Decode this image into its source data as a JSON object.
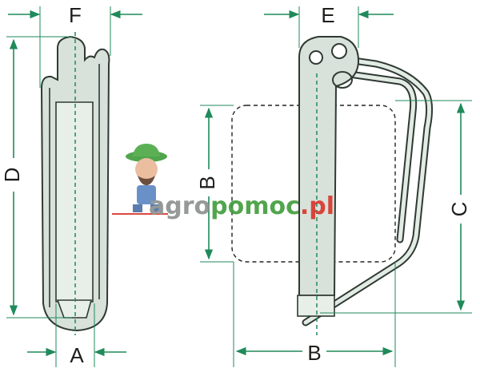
{
  "labels": {
    "F": "F",
    "E": "E",
    "D": "D",
    "A": "A",
    "B_vertical": "B",
    "B_horizontal": "B",
    "C": "C"
  },
  "watermark": {
    "part1": "agro",
    "part2": "pomoc",
    "part3": ".pl"
  },
  "colors": {
    "dimension_green": "#1f8a5a",
    "part_fill": "#d8e2da",
    "outline": "#2f3a33",
    "watermark_green": "#3f9c3a",
    "watermark_red": "#d9342b"
  }
}
